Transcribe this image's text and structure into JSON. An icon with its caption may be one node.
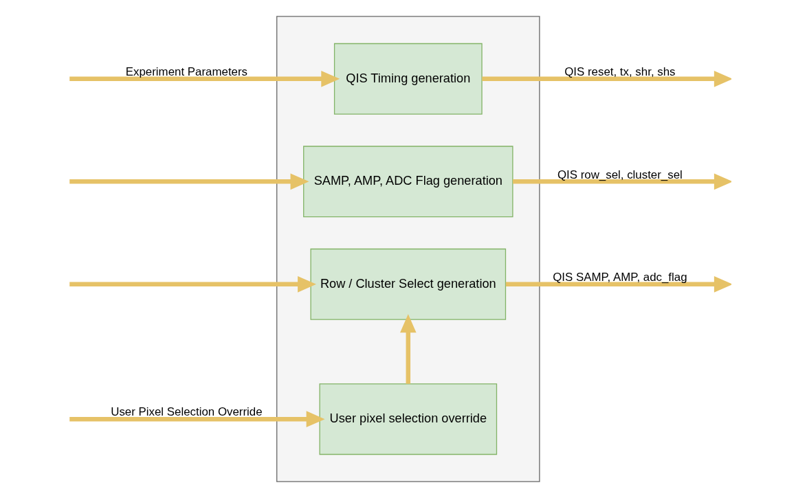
{
  "diagram": {
    "nodes": [
      {
        "text": [],
        "shape": "box"
      },
      {
        "text": [
          "QIS Timing generation"
        ],
        "in": 0
      },
      {
        "text": [
          "SAMP, AMP, ADC Flag generation"
        ],
        "in": 0
      },
      {
        "text": [
          "Row / Cluster Select generation"
        ],
        "in": 0
      },
      {
        "text": [
          "User pixel selection override"
        ],
        "in": 0
      }
    ],
    "edges": [
      {
        "from": null,
        "to": 1,
        "arrow": "to",
        "label": "Experiment Parameters"
      },
      {
        "from": null,
        "to": 2,
        "arrow": "to"
      },
      {
        "from": null,
        "to": 3,
        "arrow": "to"
      },
      {
        "from": 1,
        "to": null,
        "arrow": "to",
        "label": "QIS reset, tx, shr, shs"
      },
      {
        "from": 2,
        "to": null,
        "arrow": "to",
        "label": "QIS row_sel, cluster_sel"
      },
      {
        "from": 3,
        "to": null,
        "arrow": "to",
        "label": "QIS SAMP, AMP, adc_flag"
      },
      {
        "from": 4,
        "to": 3,
        "arrow": "to"
      },
      {
        "from": null,
        "to": 4,
        "arrow": "to",
        "label": "User Pixel Selection Override"
      }
    ]
  }
}
